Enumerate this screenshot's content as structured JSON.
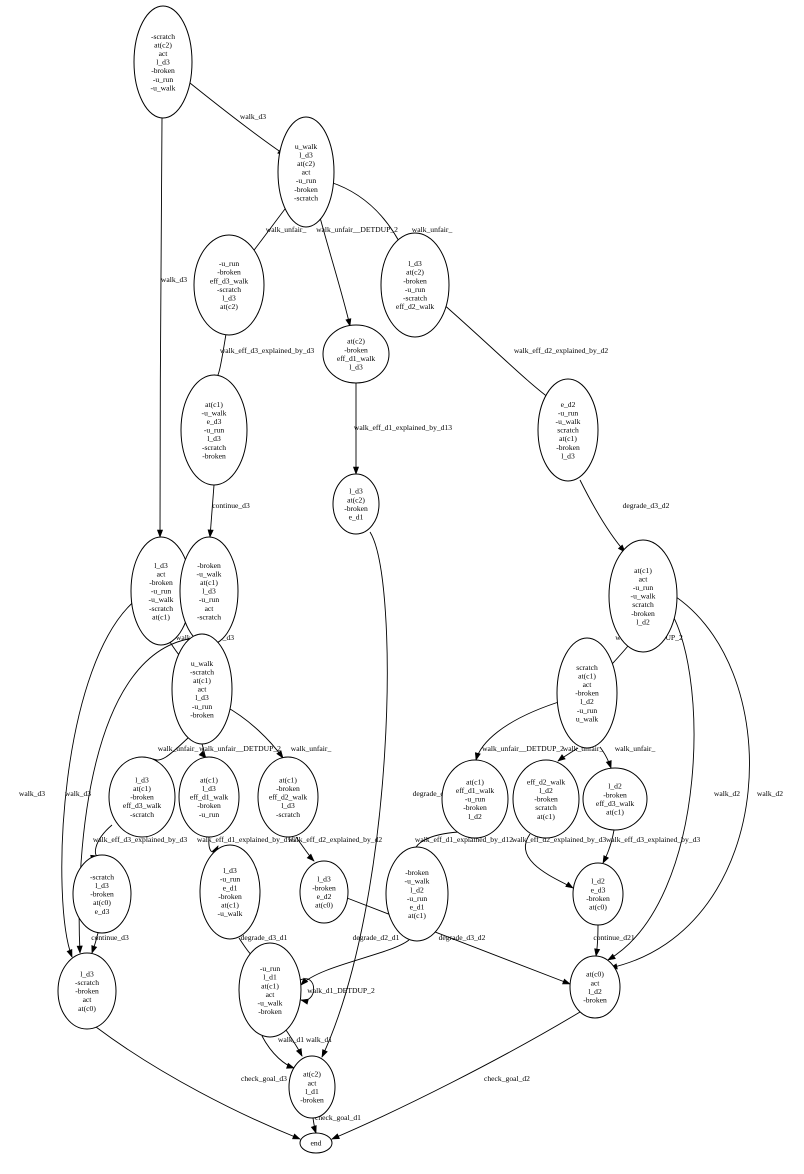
{
  "nodes": {
    "n0": {
      "lines": [
        "-scratch",
        "at(c2)",
        "act",
        "l_d3",
        "-broken",
        "-u_run",
        "-u_walk"
      ]
    },
    "n1": {
      "lines": [
        "u_walk",
        "l_d3",
        "at(c2)",
        "act",
        "-u_run",
        "-broken",
        "-scratch"
      ]
    },
    "n2": {
      "lines": [
        "-u_run",
        "-broken",
        "eff_d3_walk",
        "-scratch",
        "l_d3",
        "at(c2)"
      ]
    },
    "n3": {
      "lines": [
        "at(c2)",
        "-broken",
        "eff_d1_walk",
        "l_d3"
      ]
    },
    "n4": {
      "lines": [
        "l_d3",
        "at(c2)",
        "-broken",
        "-u_run",
        "-scratch",
        "eff_d2_walk"
      ]
    },
    "n5": {
      "lines": [
        "at(c1)",
        "-u_walk",
        "e_d3",
        "-u_run",
        "l_d3",
        "-scratch",
        "-broken"
      ]
    },
    "n6": {
      "lines": [
        "e_d2",
        "-u_run",
        "-u_walk",
        "scratch",
        "at(c1)",
        "-broken",
        "l_d3"
      ]
    },
    "n7": {
      "lines": [
        "l_d3",
        "at(c2)",
        "-broken",
        "e_d1"
      ]
    },
    "n8": {
      "lines": [
        "l_d3",
        "act",
        "-broken",
        "-u_run",
        "-u_walk",
        "-scratch",
        "at(c1)"
      ]
    },
    "n9": {
      "lines": [
        "-broken",
        "-u_walk",
        "at(c1)",
        "l_d3",
        "-u_run",
        "act",
        "-scratch"
      ]
    },
    "n10": {
      "lines": [
        "at(c1)",
        "act",
        "-u_run",
        "-u_walk",
        "scratch",
        "-broken",
        "l_d2"
      ]
    },
    "n11": {
      "lines": [
        "u_walk",
        "-scratch",
        "at(c1)",
        "act",
        "l_d3",
        "-u_run",
        "-broken"
      ]
    },
    "n12": {
      "lines": [
        "scratch",
        "at(c1)",
        "act",
        "-broken",
        "l_d2",
        "-u_run",
        "u_walk"
      ]
    },
    "n13": {
      "lines": [
        "l_d3",
        "at(c1)",
        "-broken",
        "eff_d3_walk",
        "-scratch"
      ]
    },
    "n14": {
      "lines": [
        "at(c1)",
        "l_d3",
        "eff_d1_walk",
        "-broken",
        "-u_run"
      ]
    },
    "n15": {
      "lines": [
        "at(c1)",
        "-broken",
        "eff_d2_walk",
        "l_d3",
        "-scratch"
      ]
    },
    "n16": {
      "lines": [
        "at(c1)",
        "eff_d1_walk",
        "-u_run",
        "-broken",
        "l_d2"
      ]
    },
    "n17": {
      "lines": [
        "eff_d2_walk",
        "l_d2",
        "-broken",
        "scratch",
        "at(c1)"
      ]
    },
    "n18": {
      "lines": [
        "l_d2",
        "-broken",
        "eff_d3_walk",
        "at(c1)"
      ]
    },
    "n19": {
      "lines": [
        "-scratch",
        "l_d3",
        "-broken",
        "at(c0)",
        "e_d3"
      ]
    },
    "n20": {
      "lines": [
        "l_d3",
        "-u_run",
        "e_d1",
        "-broken",
        "at(c1)",
        "-u_walk"
      ]
    },
    "n21": {
      "lines": [
        "l_d3",
        "-broken",
        "e_d2",
        "at(c0)"
      ]
    },
    "n22": {
      "lines": [
        "-broken",
        "-u_walk",
        "l_d2",
        "-u_run",
        "e_d1",
        "at(c1)"
      ]
    },
    "n23": {
      "lines": [
        "l_d2",
        "e_d3",
        "-broken",
        "at(c0)"
      ]
    },
    "n24": {
      "lines": [
        "l_d3",
        "-scratch",
        "-broken",
        "act",
        "at(c0)"
      ]
    },
    "n25": {
      "lines": [
        "-u_run",
        "l_d1",
        "at(c1)",
        "act",
        "-u_walk",
        "-broken"
      ]
    },
    "n26": {
      "lines": [
        "at(c0)",
        "act",
        "l_d2",
        "-broken"
      ]
    },
    "n27": {
      "lines": [
        "at(c2)",
        "act",
        "l_d1",
        "-broken"
      ]
    },
    "n28": {
      "lines": [
        "end"
      ]
    }
  },
  "edges": [
    {
      "label": "walk_d3"
    },
    {
      "label": "walk_d3"
    },
    {
      "label": "walk_unfair_"
    },
    {
      "label": "walk_unfair__DETDUP_2"
    },
    {
      "label": "walk_unfair_"
    },
    {
      "label": "walk_eff_d3_explained_by_d3"
    },
    {
      "label": "walk_eff_d1_explained_by_d13"
    },
    {
      "label": "walk_eff_d2_explained_by_d2"
    },
    {
      "label": "continue_d3"
    },
    {
      "label": "degrade_d3_d2"
    },
    {
      "label": "walk_d3"
    },
    {
      "label": "walk_d3"
    },
    {
      "label": "walk_d3"
    },
    {
      "label": "walk_d3"
    },
    {
      "label": "walk_d2_DETDUP_2"
    },
    {
      "label": "walk_d2"
    },
    {
      "label": "walk_d2"
    },
    {
      "label": "walk_unfair_"
    },
    {
      "label": "walk_unfair__DETDUP_2"
    },
    {
      "label": "walk_unfair_"
    },
    {
      "label": "walk_unfair__DETDUP_2"
    },
    {
      "label": "walk_unfair_"
    },
    {
      "label": "walk_unfair_"
    },
    {
      "label": "walk_eff_d3_explained_by_d3"
    },
    {
      "label": "walk_eff_d1_explained_by_d16"
    },
    {
      "label": "walk_eff_d2_explained_by_d2"
    },
    {
      "label": "walk_eff_d1_explained_by_d12"
    },
    {
      "label": "walk_eff_d2_explained_by_d3"
    },
    {
      "label": "walk_eff_d3_explained_by_d3"
    },
    {
      "label": "continue_d3"
    },
    {
      "label": "degrade_d3_d1"
    },
    {
      "label": "degrade_d3_d2"
    },
    {
      "label": "degrade_d2_d1"
    },
    {
      "label": "continue_d21"
    },
    {
      "label": "degrade_d3_d1"
    },
    {
      "label": "walk_d1_DETDUP_2"
    },
    {
      "label": "walk_d1"
    },
    {
      "label": "walk_d1"
    },
    {
      "label": "check_goal_d3"
    },
    {
      "label": "check_goal_d2"
    },
    {
      "label": "check_goal_d1"
    }
  ]
}
